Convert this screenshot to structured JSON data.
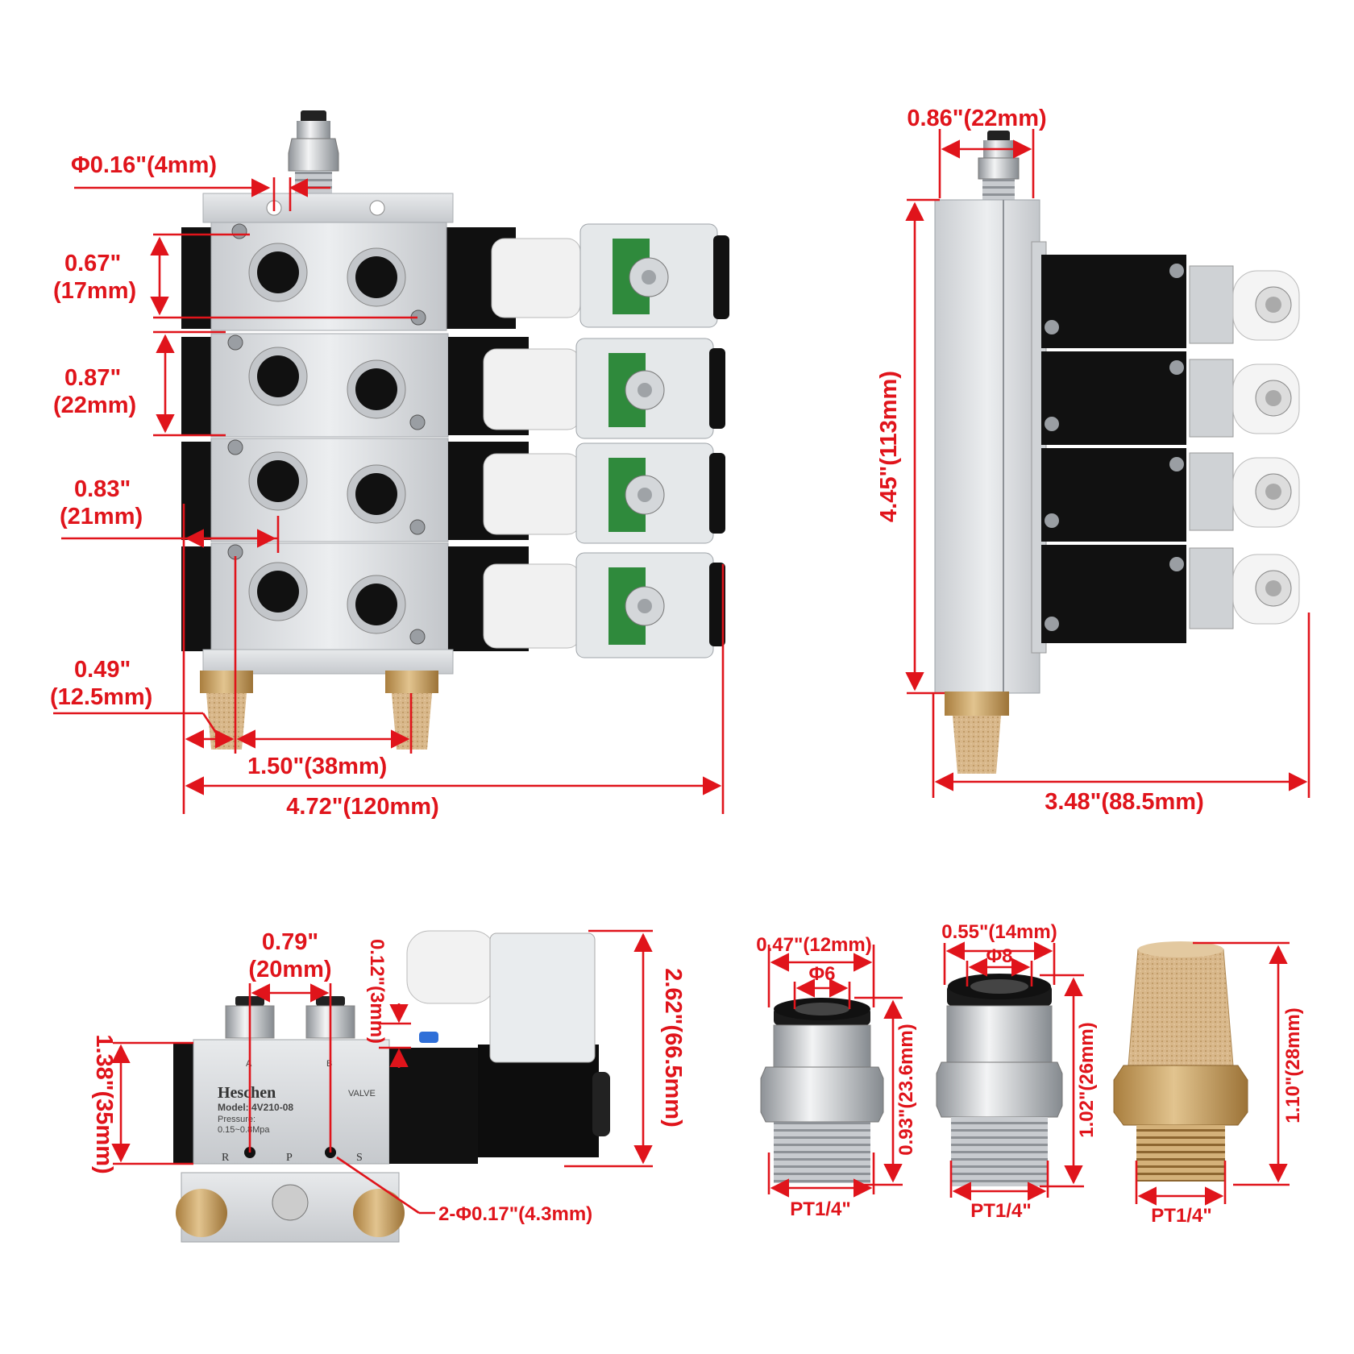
{
  "colors": {
    "dimension": "#e0141b",
    "aluminum": "#d7dadd",
    "coil": "#111111",
    "brass": "#c8a46a",
    "pcb": "#2f8a3c"
  },
  "front_view": {
    "fitting_dia": "Φ0.16\"(4mm)",
    "port_spacing_in": "0.67\"",
    "port_spacing_mm": "(17mm)",
    "module_pitch_in": "0.87\"",
    "module_pitch_mm": "(22mm)",
    "screw_offset_in": "0.83\"",
    "screw_offset_mm": "(21mm)",
    "muffler_offset_in": "0.49\"",
    "muffler_offset_mm": "(12.5mm)",
    "muffler_spacing": "1.50\"(38mm)",
    "total_width": "4.72\"(120mm)"
  },
  "side_view": {
    "fitting_width": "0.86\"(22mm)",
    "height": "4.45\"(113mm)",
    "depth": "3.48\"(88.5mm)"
  },
  "valve_view": {
    "port_pitch_in": "0.79\"",
    "port_pitch_mm": "(20mm)",
    "gap": "0.12\"(3mm)",
    "body_height": "1.38\"(35mm)",
    "total_height": "2.62\"(66.5mm)",
    "mount_holes": "2-Φ0.17\"(4.3mm)",
    "brand": "Heschen",
    "valve_word": "VALVE",
    "model": "Model: 4V210-08",
    "pressure": "Pressure:",
    "pressure_range": "0.15~0.8Mpa",
    "port_a": "A",
    "port_b": "B",
    "port_r": "R",
    "port_p": "P",
    "port_s": "S"
  },
  "fitting_6": {
    "outer": "0.47\"(12mm)",
    "tube": "Φ6",
    "height": "0.93\"(23.6mm)",
    "thread": "PT1/4\""
  },
  "fitting_8": {
    "outer": "0.55\"(14mm)",
    "tube": "Φ8",
    "height": "1.02\"(26mm)",
    "thread": "PT1/4\""
  },
  "muffler": {
    "height": "1.10\"(28mm)",
    "thread": "PT1/4\""
  }
}
